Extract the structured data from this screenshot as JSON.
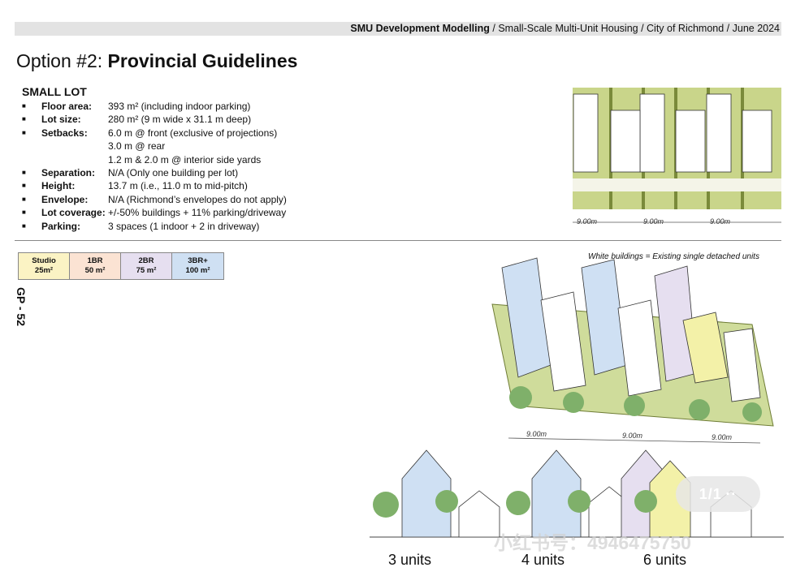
{
  "header": {
    "bold": "SMU Development Modelling",
    "rest": " / Small-Scale Multi-Unit Housing / City of Richmond / June 2024"
  },
  "title": {
    "prefix": "Option #2: ",
    "bold": "Provincial Guidelines"
  },
  "section_heading": "SMALL LOT",
  "specs": [
    {
      "label": "Floor area:",
      "value": "393 m² (including indoor parking)"
    },
    {
      "label": "Lot size:",
      "value": "280 m² (9 m wide x 31.1 m deep)"
    },
    {
      "label": "Setbacks:",
      "value": "6.0 m @ front (exclusive of projections)",
      "cont": [
        "3.0 m @ rear",
        "1.2 m & 2.0 m @ interior side yards"
      ]
    },
    {
      "label": "Separation:",
      "value": "N/A (Only one building per lot)"
    },
    {
      "label": "Height:",
      "value": "13.7 m (i.e., 11.0 m to mid-pitch)"
    },
    {
      "label": "Envelope:",
      "value": "N/A (Richmond’s envelopes do not apply)"
    },
    {
      "label": "Lot coverage:",
      "value": "+/-50% buildings + 11% parking/driveway"
    },
    {
      "label": "Parking:",
      "value": "3 spaces (1 indoor + 2 in driveway)"
    }
  ],
  "legend": [
    {
      "name": "Studio",
      "size": "25m²",
      "color": "#fbf3c4"
    },
    {
      "name": "1BR",
      "size": "50 m²",
      "color": "#fbe3d3"
    },
    {
      "name": "2BR",
      "size": "75 m²",
      "color": "#e6dff0"
    },
    {
      "name": "3BR+",
      "size": "100 m²",
      "color": "#cfe0f3"
    }
  ],
  "side_label": "GP - 52",
  "plan_dims": [
    "9.00m",
    "9.00m",
    "9.00m"
  ],
  "axo_note": "White buildings = Existing single detached units",
  "axo_dims": [
    "9.00m",
    "9.00m",
    "9.00m"
  ],
  "unit_labels": [
    "3 units",
    "4 units",
    "6 units"
  ],
  "overlay_button": "1/1 ··",
  "watermark": "小红书号：4946475750"
}
